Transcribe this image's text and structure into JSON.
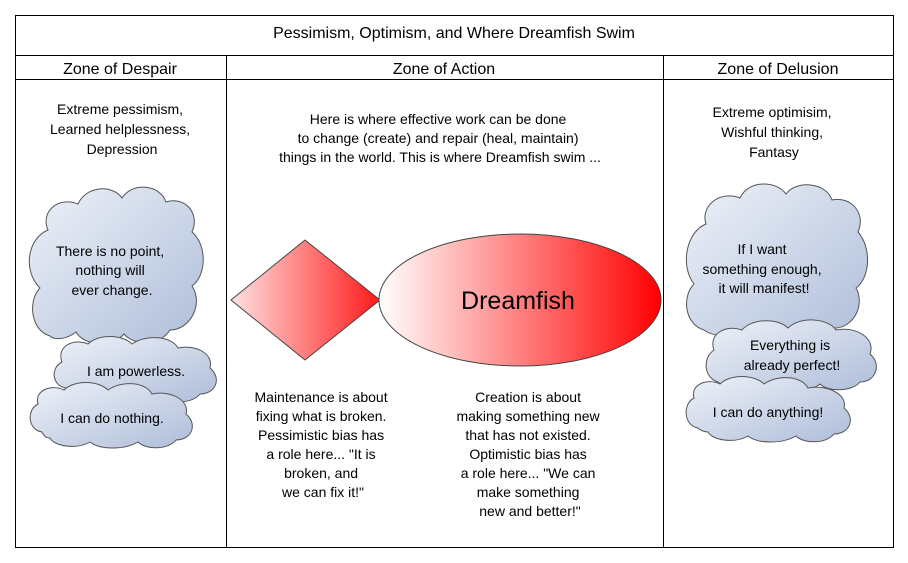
{
  "title": "Pessimism, Optimism, and Where Dreamfish Swim",
  "columns": {
    "despair": {
      "header": "Zone of Despair",
      "description": [
        "Extreme pessimism,",
        "Learned helplessness,",
        "Depression"
      ],
      "clouds": {
        "main": [
          "There is no point,",
          "nothing will",
          "ever change."
        ],
        "powerless": [
          "I am powerless."
        ],
        "nothing": [
          "I can do nothing."
        ]
      }
    },
    "action": {
      "header": "Zone of Action",
      "description": [
        "Here is where effective work can be done",
        "to change (create) and repair (heal, maintain)",
        "things in the world. This is where Dreamfish swim ..."
      ],
      "ellipse_label": "Dreamfish",
      "maintenance": [
        "Maintenance is about",
        "fixing what is broken.",
        "Pessimistic bias has",
        "a role here... \"It is",
        "broken, and",
        "we can fix it!\""
      ],
      "creation": [
        "Creation is about",
        "making something new",
        "that has not existed.",
        "Optimistic bias has",
        "a role here... \"We can",
        "make something",
        "new and better!\""
      ]
    },
    "delusion": {
      "header": "Zone of Delusion",
      "description": [
        "Extreme optimisim,",
        "Wishful thinking,",
        "Fantasy"
      ],
      "clouds": {
        "main": [
          "If I want",
          "something enough,",
          "it will manifest!"
        ],
        "perfect": [
          "Everything is",
          "already perfect!"
        ],
        "anything": [
          "I can do anything!"
        ]
      }
    }
  },
  "colors": {
    "border": "#000000",
    "cloud_light": "#eef2f9",
    "cloud_dark": "#aebdd9",
    "cloud_stroke": "#555555",
    "red": "#ff0000",
    "red_light": "#ffffff",
    "shape_stroke": "#444444"
  }
}
